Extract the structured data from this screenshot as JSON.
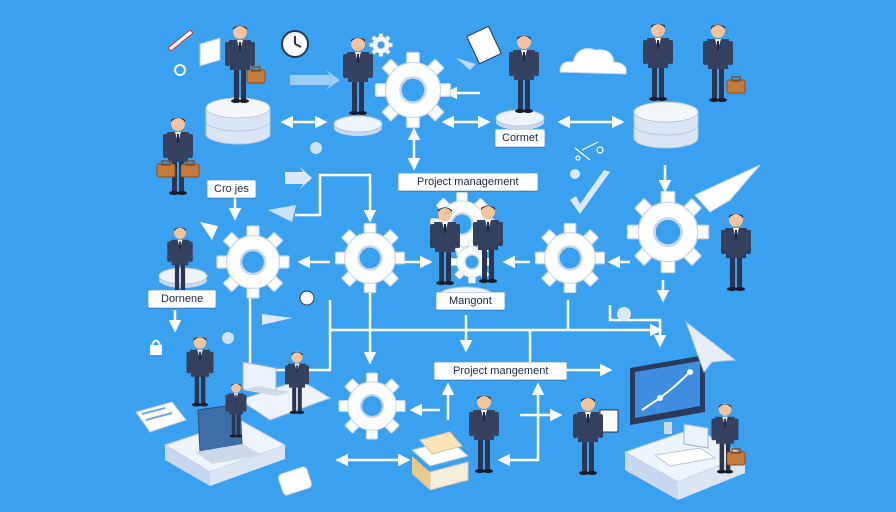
{
  "labels": {
    "cro_jes": "Cro jes",
    "cormet": "Cormet",
    "project_management_top": "Project management",
    "dornene": "Dornene",
    "mangont": "Mangont",
    "project_management_bottom": "Project mangement"
  },
  "colors": {
    "background": "#3aa0f0",
    "suit": "#2f3a52",
    "gear": "#ffffff",
    "arrow": "#ffffff",
    "platform": "#dfe9f7"
  },
  "icons": [
    "gear-icon",
    "cloud-icon",
    "clock-icon",
    "monitor-icon",
    "paper-plane-icon",
    "checkmark-icon",
    "clipboard-icon",
    "laptop-icon",
    "briefcase-icon"
  ]
}
